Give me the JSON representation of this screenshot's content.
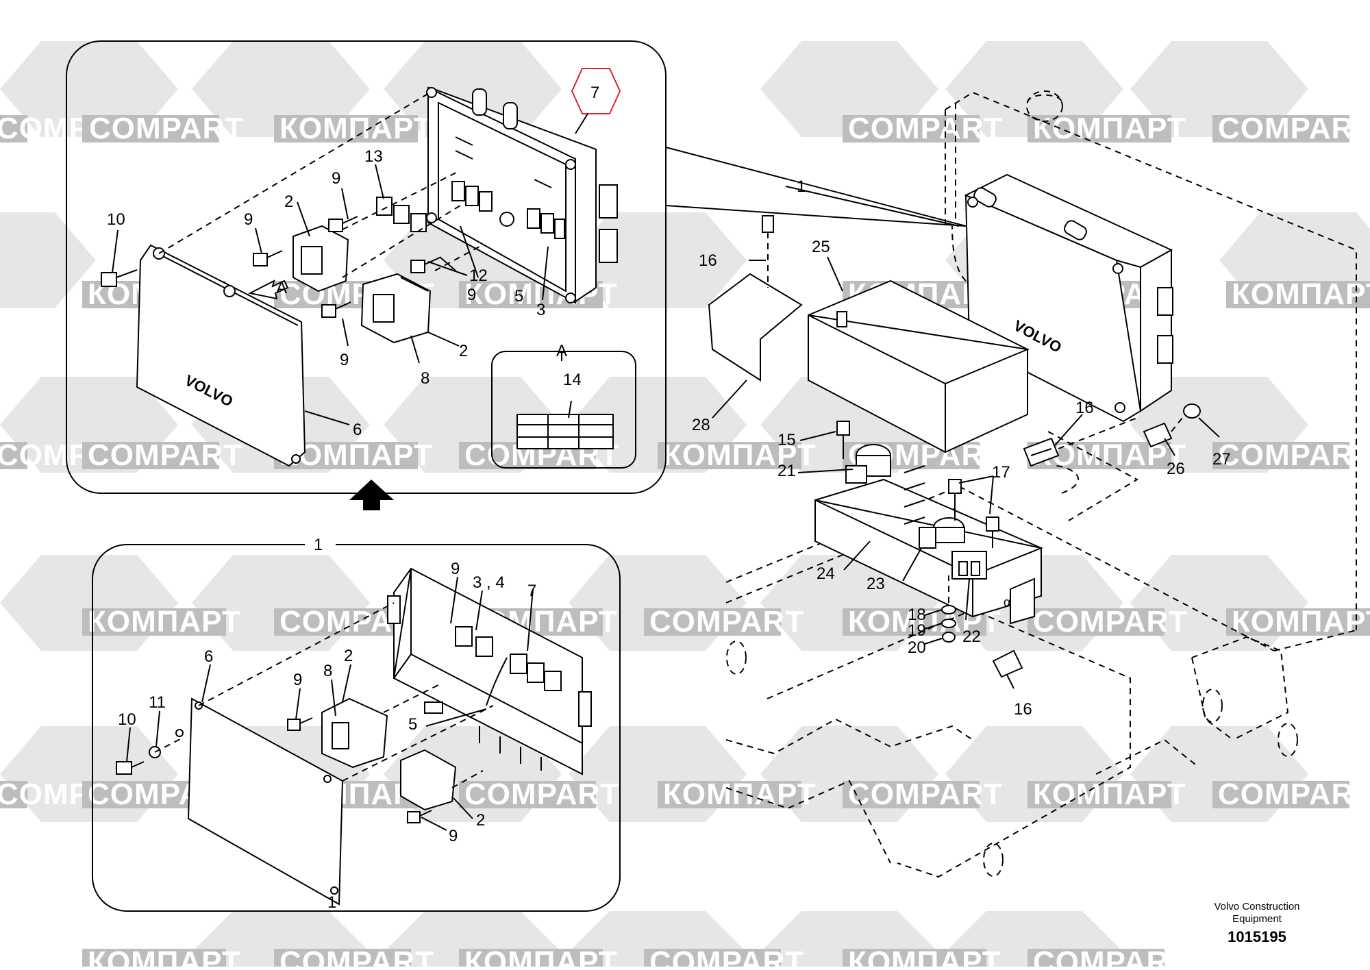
{
  "watermarks": {
    "latin": "COMPART",
    "cyrillic": "КОМПАРТ"
  },
  "highlight_color": "#d9262c",
  "callouts": {
    "c1_top": "1",
    "c1_mid": "1",
    "c1_bot": "1",
    "c2_a": "2",
    "c2_b": "2",
    "c2_c": "2",
    "c2_d": "2",
    "c3_a": "3",
    "c34_b": "3 , 4",
    "c5_a": "5",
    "c5_b": "5",
    "c6_a": "6",
    "c6_b": "6",
    "c7_a": "7",
    "c7_b": "7",
    "c8_a": "8",
    "c8_b": "8",
    "c9_a": "9",
    "c9_b": "9",
    "c9_c": "9",
    "c9_d": "9",
    "c9_e": "9",
    "c9_f": "9",
    "c9_g": "9",
    "c10_a": "10",
    "c10_b": "10",
    "c11": "11",
    "c12": "12",
    "c13": "13",
    "c14": "14",
    "c15": "15",
    "c16_a": "16",
    "c16_b": "16",
    "c16_c": "16",
    "c17": "17",
    "c18": "18",
    "c19": "19",
    "c20": "20",
    "c21": "21",
    "c22": "22",
    "c23": "23",
    "c24": "24",
    "c25": "25",
    "c26": "26",
    "c27": "27",
    "c28": "28",
    "view_a_arrow": "A",
    "view_a_title": "A"
  },
  "embossed_brand": "VOLVO",
  "footer": {
    "company_line1": "Volvo Construction",
    "company_line2": "Equipment",
    "doc_number": "1015195"
  }
}
